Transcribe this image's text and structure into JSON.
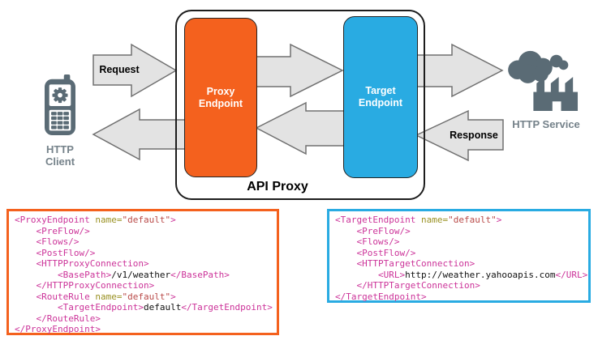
{
  "colors": {
    "proxy_orange": "#F4611E",
    "target_blue": "#29ABE2",
    "arrow_fill": "#E3E3E3",
    "arrow_stroke": "#707070",
    "icon_gray": "#5A6B75",
    "actor_label_gray": "#75828A",
    "code_tag": "#CC3399",
    "code_attr_name": "#999122",
    "code_attr_value": "#B94A48"
  },
  "diagram": {
    "api_proxy_label": "API Proxy",
    "proxy_endpoint_label": "Proxy Endpoint",
    "target_endpoint_label": "Target Endpoint",
    "request_label": "Request",
    "response_label": "Response",
    "client_label": "HTTP Client",
    "service_label": "HTTP Service",
    "client_icon": "mobile-phone-icon",
    "service_icon": "factory-icon",
    "arrows": [
      "request-arrow",
      "return-to-client-arrow",
      "proxy-to-target-arrow",
      "target-to-proxy-arrow",
      "target-to-service-arrow",
      "response-arrow"
    ]
  },
  "proxy_code": {
    "lines": [
      [
        [
          "tag",
          "<ProxyEndpoint"
        ],
        [
          "plain",
          " "
        ],
        [
          "attr",
          "name="
        ],
        [
          "val",
          "\"default\""
        ],
        [
          "tag",
          ">"
        ]
      ],
      [
        [
          "plain",
          "    "
        ],
        [
          "tag",
          "<PreFlow/>"
        ]
      ],
      [
        [
          "plain",
          "    "
        ],
        [
          "tag",
          "<Flows/>"
        ]
      ],
      [
        [
          "plain",
          "    "
        ],
        [
          "tag",
          "<PostFlow/>"
        ]
      ],
      [
        [
          "plain",
          "    "
        ],
        [
          "tag",
          "<HTTPProxyConnection>"
        ]
      ],
      [
        [
          "plain",
          "        "
        ],
        [
          "tag",
          "<BasePath>"
        ],
        [
          "plain",
          "/v1/weather"
        ],
        [
          "tag",
          "</BasePath>"
        ]
      ],
      [
        [
          "plain",
          "    "
        ],
        [
          "tag",
          "</HTTPProxyConnection>"
        ]
      ],
      [
        [
          "plain",
          "    "
        ],
        [
          "tag",
          "<RouteRule"
        ],
        [
          "plain",
          " "
        ],
        [
          "attr",
          "name="
        ],
        [
          "val",
          "\"default\""
        ],
        [
          "tag",
          ">"
        ]
      ],
      [
        [
          "plain",
          "        "
        ],
        [
          "tag",
          "<TargetEndpoint>"
        ],
        [
          "plain",
          "default"
        ],
        [
          "tag",
          "</TargetEndpoint>"
        ]
      ],
      [
        [
          "plain",
          "    "
        ],
        [
          "tag",
          "</RouteRule>"
        ]
      ],
      [
        [
          "tag",
          "</ProxyEndpoint>"
        ]
      ]
    ]
  },
  "target_code": {
    "lines": [
      [
        [
          "tag",
          "<TargetEndpoint"
        ],
        [
          "plain",
          " "
        ],
        [
          "attr",
          "name="
        ],
        [
          "val",
          "\"default\""
        ],
        [
          "tag",
          ">"
        ]
      ],
      [
        [
          "plain",
          "    "
        ],
        [
          "tag",
          "<PreFlow/>"
        ]
      ],
      [
        [
          "plain",
          "    "
        ],
        [
          "tag",
          "<Flows/>"
        ]
      ],
      [
        [
          "plain",
          "    "
        ],
        [
          "tag",
          "<PostFlow/>"
        ]
      ],
      [
        [
          "plain",
          "    "
        ],
        [
          "tag",
          "<HTTPTargetConnection>"
        ]
      ],
      [
        [
          "plain",
          "        "
        ],
        [
          "tag",
          "<URL>"
        ],
        [
          "plain",
          "http://weather.yahooapis.com"
        ],
        [
          "tag",
          "</URL>"
        ]
      ],
      [
        [
          "plain",
          "    "
        ],
        [
          "tag",
          "</HTTPTargetConnection>"
        ]
      ],
      [
        [
          "tag",
          "</TargetEndpoint>"
        ]
      ]
    ]
  }
}
